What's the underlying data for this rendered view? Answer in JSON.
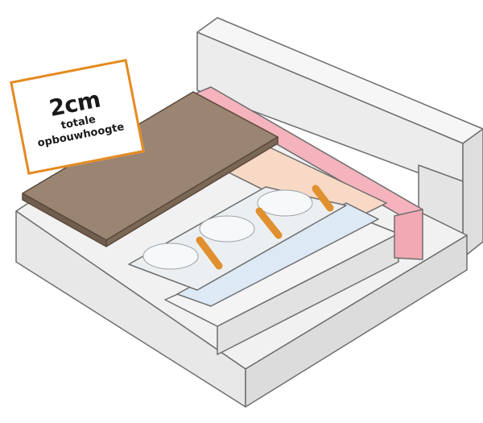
{
  "label": {
    "height_value": "2cm",
    "line1": "totale",
    "line2": "opbouwhoogte",
    "border_color": "#e58a1f"
  },
  "colors": {
    "tile": "#9a8472",
    "tile_edge": "#5b4a3c",
    "underlay": "#f7d9c6",
    "insulation_strip": "#f2a9b4",
    "pipe": "#e0902e",
    "panels": "#eceff1",
    "membrane": "#dde9f5",
    "concrete": "#eeeeee",
    "outline": "#6e6e6e"
  },
  "icons": [
    "dimension-label-icon"
  ]
}
